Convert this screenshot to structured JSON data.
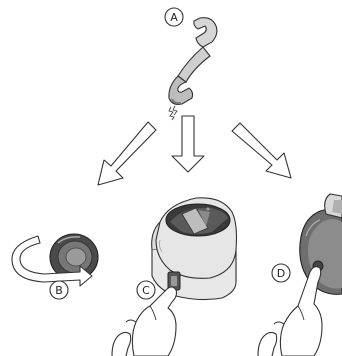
{
  "labels": {
    "a": "A",
    "b": "B",
    "c": "C",
    "d": "D"
  },
  "colors": {
    "outline": "#333333",
    "body_light": "#e4e4e4",
    "body_mid": "#c8c8c8",
    "body_dark": "#6f6f6f",
    "hand_fill": "#ffffff"
  },
  "icons": {
    "a": "handset-icon",
    "b": "rotate-arrow-icon",
    "c": "charger-button-press-icon",
    "d": "earpiece-button-press-icon"
  }
}
